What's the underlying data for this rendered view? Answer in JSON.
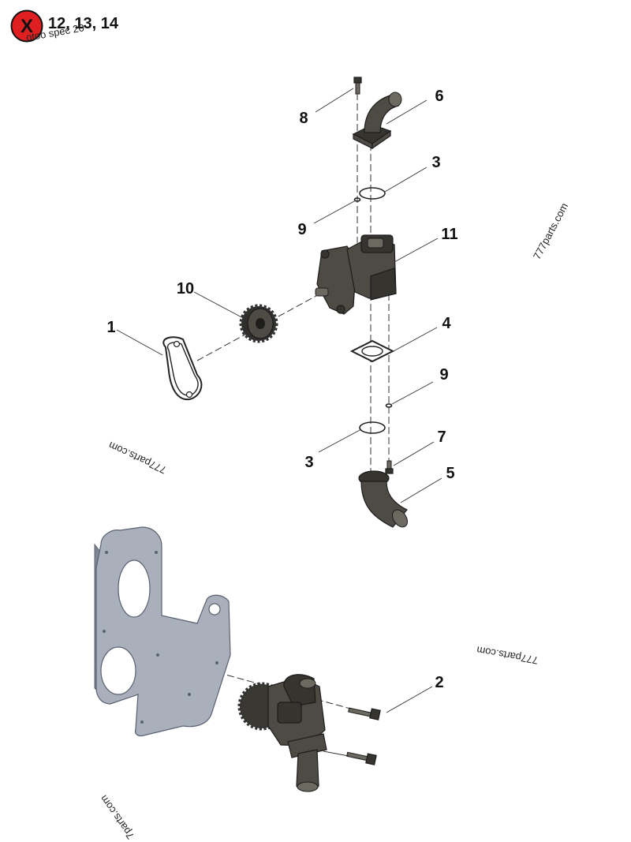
{
  "header": {
    "badge_symbol": "X",
    "badge_color": "#e02020",
    "badge_label": "12, 13, 14",
    "badge_overlay": "otoo spec 20 "
  },
  "callouts": [
    {
      "id": "1",
      "label": "1"
    },
    {
      "id": "2",
      "label": "2"
    },
    {
      "id": "3a",
      "label": "3"
    },
    {
      "id": "3b",
      "label": "3"
    },
    {
      "id": "4",
      "label": "4"
    },
    {
      "id": "5",
      "label": "5"
    },
    {
      "id": "6",
      "label": "6"
    },
    {
      "id": "7",
      "label": "7"
    },
    {
      "id": "8",
      "label": "8"
    },
    {
      "id": "9a",
      "label": "9"
    },
    {
      "id": "9b",
      "label": "9"
    },
    {
      "id": "10",
      "label": "10"
    },
    {
      "id": "11",
      "label": "11"
    }
  ],
  "watermarks": [
    "777parts.com",
    "777parts.com",
    "777parts.com",
    "7parts.com"
  ],
  "colors": {
    "part_dark": "#4d4b44",
    "cover_gray": "#a9b0bc"
  }
}
